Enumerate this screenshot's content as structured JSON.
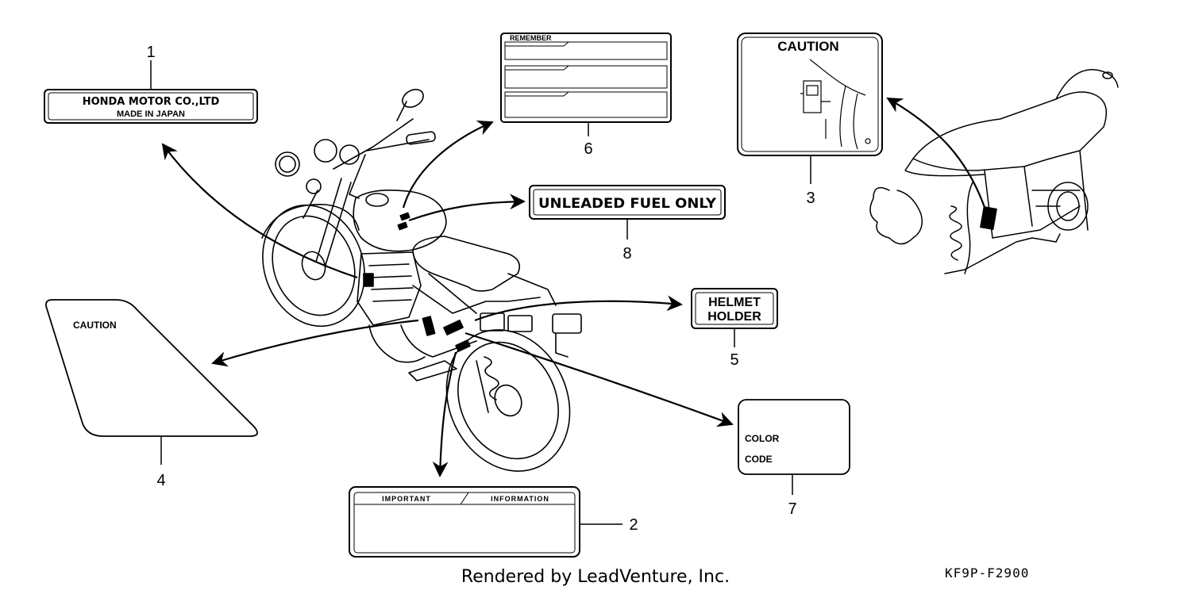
{
  "labels": {
    "manufacturer": {
      "callout": "1",
      "line1": "HONDA MOTOR CO.,LTD",
      "line2": "MADE IN JAPAN"
    },
    "important": {
      "callout": "2",
      "header_left": "IMPORTANT",
      "header_right": "INFORMATION"
    },
    "caution_pictorial": {
      "callout": "3",
      "title": "CAUTION"
    },
    "caution_side": {
      "callout": "4",
      "title": "CAUTION"
    },
    "helmet": {
      "callout": "5",
      "line1": "HELMET",
      "line2": "HOLDER"
    },
    "remember": {
      "callout": "6",
      "header": "REMEMBER"
    },
    "color_code": {
      "callout": "7",
      "line1": "COLOR",
      "line2": "CODE"
    },
    "fuel": {
      "callout": "8",
      "text": "UNLEADED FUEL ONLY"
    }
  },
  "footer": {
    "rendered_by": "Rendered by LeadVenture, Inc.",
    "part_code": "KF9P-F2900"
  },
  "colors": {
    "ink": "#000000",
    "paper": "#ffffff"
  }
}
